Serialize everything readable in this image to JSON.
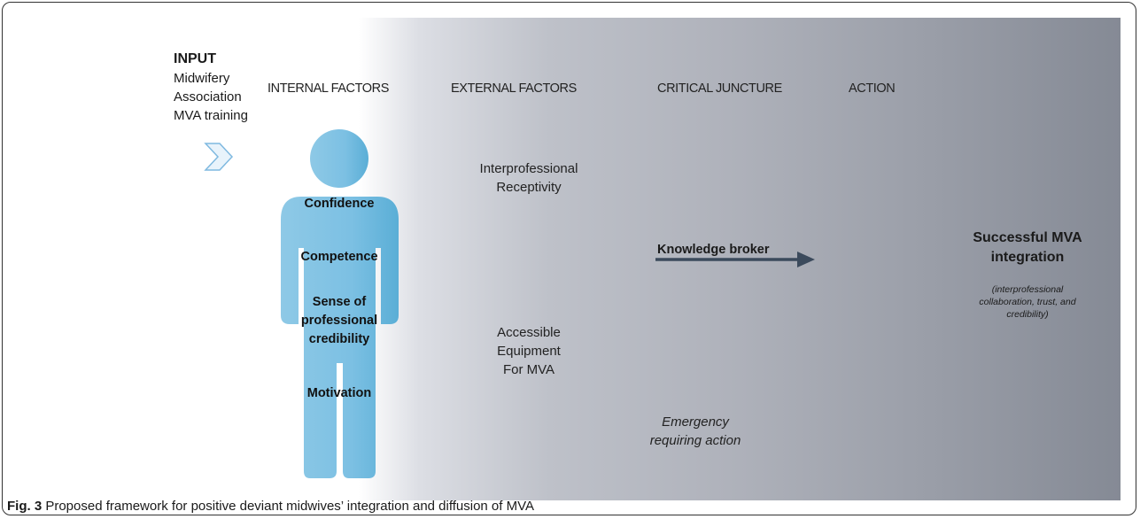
{
  "input": {
    "title": "INPUT",
    "lines": [
      "Midwifery",
      "Association",
      "MVA training"
    ]
  },
  "headers": {
    "internal": "INTERNAL FACTORS",
    "external": "EXTERNAL FACTORS",
    "critical": "CRITICAL JUNCTURE",
    "action": "ACTION"
  },
  "internal_factors": [
    "Confidence",
    "Competence",
    "Sense of",
    "professional",
    "credibility",
    "Motivation"
  ],
  "external_factors": {
    "receptivity": [
      "Interprofessional",
      "Receptivity"
    ],
    "equipment": [
      "Accessible",
      "Equipment",
      "For MVA"
    ]
  },
  "critical_juncture": {
    "broker": "Knowledge broker",
    "emergency": [
      "Emergency",
      "requiring action"
    ]
  },
  "action": {
    "title": [
      "Successful MVA",
      "integration"
    ],
    "detail": [
      "(interprofessional",
      "collaboration, trust, and",
      "credibility)"
    ]
  },
  "caption": {
    "label": "Fig. 3",
    "text": " Proposed framework for positive deviant midwives’ integration and diffusion of MVA"
  },
  "colors": {
    "person": "#8ec9e6",
    "person_dark": "#5aaed6",
    "arrow": "#3b4a5c",
    "chevron": "#7fb9e0"
  }
}
